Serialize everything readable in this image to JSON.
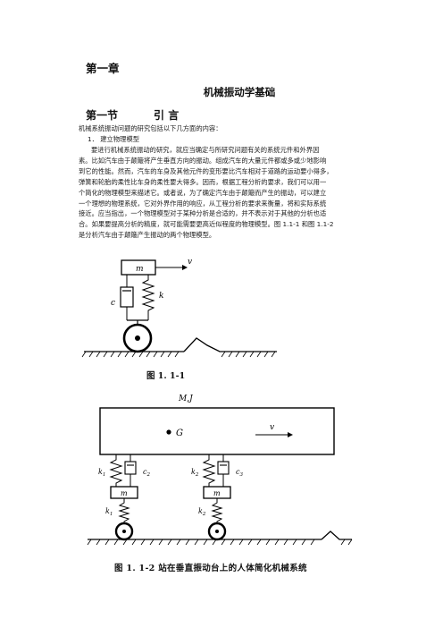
{
  "chapter": "第一章",
  "title": "机械振动学基础",
  "section": {
    "number": "第一节",
    "name": "引  言"
  },
  "intro": "机械系统振动问题的研究包括以下几方面的内容：",
  "list_item": "1．   建立物理模型",
  "paragraph": [
    "要进行机械系统振动的研究，就应当确定与所研究问题有关的系统元件和外界因",
    "素。比如汽车由于颠簸将产生垂直方向的振动。组成汽车的大量元件都或多或少地影响",
    "到它的性能。然而，汽车的车身及其他元件的变形要比汽车相对于道路的运动要小得多，",
    "弹簧和轮胎的柔性比车身的柔性要大得多。因而，根据工程分析的要求，我们可以用一",
    "个简化的物理模型来描述它。或者说，为了确定汽车由于颠簸而产生的振动，可以建立",
    "一个理想的物理系统，它对外界作用的响应，从工程分析的要求来衡量，将和实际系统",
    "接近。应当指出，一个物理模型对于某种分析是合适的，并不表示对于其他的分析也适",
    "合。如果要提高分析的精度，就可能需要更高近似程度的物理模型。图 1.1-1 和图 1.1-2",
    "是分析汽车由于颠簸产生振动的两个物理模型。"
  ],
  "figure1": {
    "caption": "图 1. 1-1",
    "labels": {
      "mass": "m",
      "velocity": "v",
      "damper": "c",
      "spring": "k"
    }
  },
  "figure2": {
    "caption": "图 1. 1-2   站在垂直振动台上的人体简化机械系统",
    "labels": {
      "body": "M,J",
      "center": "G",
      "velocity": "v",
      "k1": "k",
      "k1_sub": "1",
      "c1": "c",
      "c1_sub": "2",
      "k2": "k",
      "k2_sub": "2",
      "c2": "c",
      "c2_sub": "3",
      "m1": "m",
      "m2": "m",
      "kt1": "k",
      "kt1_sub": "1",
      "kt2": "k",
      "kt2_sub": "2"
    }
  }
}
